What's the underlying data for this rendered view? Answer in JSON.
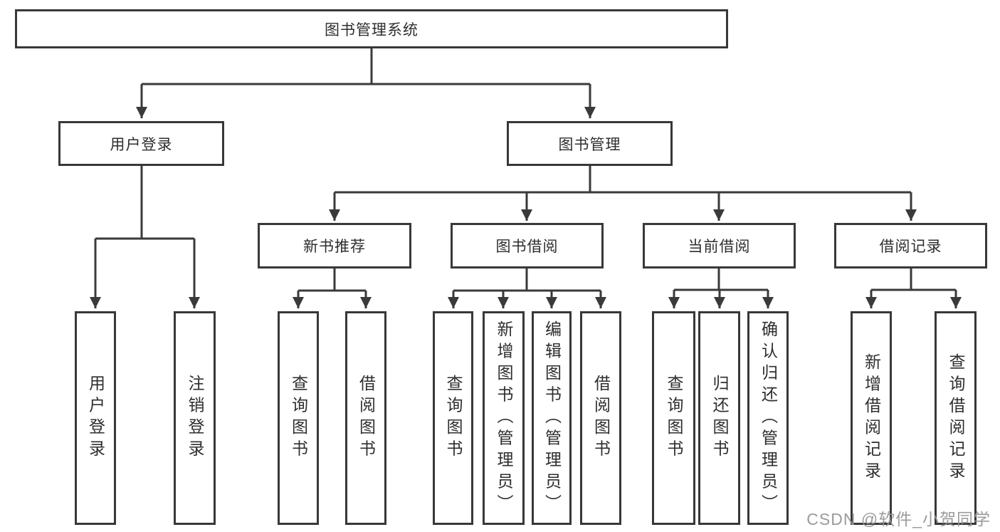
{
  "diagram": {
    "tree": {
      "label": "图书管理系统",
      "children": [
        {
          "label": "用户登录",
          "children": [
            {
              "label": "用户登录"
            },
            {
              "label": "注销登录"
            }
          ]
        },
        {
          "label": "图书管理",
          "children": [
            {
              "label": "新书推荐",
              "children": [
                {
                  "label": "查询图书"
                },
                {
                  "label": "借阅图书"
                }
              ]
            },
            {
              "label": "图书借阅",
              "children": [
                {
                  "label": "查询图书"
                },
                {
                  "label": "新增图书（管理员）"
                },
                {
                  "label": "编辑图书（管理员）"
                },
                {
                  "label": "借阅图书"
                }
              ]
            },
            {
              "label": "当前借阅",
              "children": [
                {
                  "label": "查询图书"
                },
                {
                  "label": "归还图书"
                },
                {
                  "label": "确认归还（管理员）"
                }
              ]
            },
            {
              "label": "借阅记录",
              "children": [
                {
                  "label": "新增借阅记录"
                },
                {
                  "label": "查询借阅记录"
                }
              ]
            }
          ]
        }
      ]
    }
  },
  "watermark": "CSDN @软件_小贺同学",
  "colors": {
    "line": "#3a3a3a",
    "box_border": "#383838",
    "text": "#2e2e2e",
    "background": "#ffffff",
    "watermark": "#969696"
  }
}
